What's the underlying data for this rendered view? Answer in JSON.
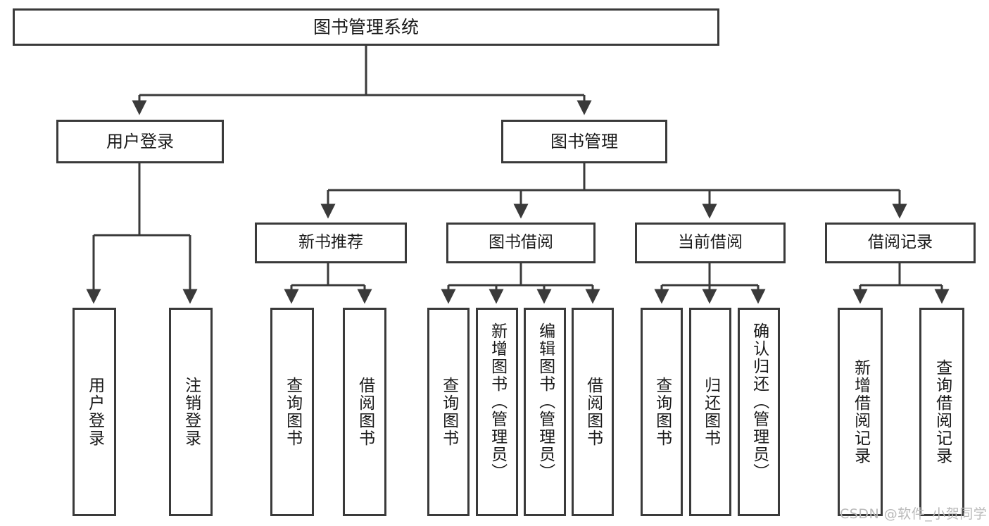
{
  "diagram": {
    "title": "图书管理系统",
    "watermark": "CSDN @软件_小贺同学",
    "colors": {
      "stroke": "#3a3a3a",
      "fill": "#ffffff",
      "text": "#1a1a1a",
      "watermark": "#b9b9b9"
    },
    "root": {
      "label": "图书管理系统"
    },
    "level2": [
      {
        "label": "用户登录"
      },
      {
        "label": "图书管理"
      }
    ],
    "level3": [
      {
        "label": "新书推荐"
      },
      {
        "label": "图书借阅"
      },
      {
        "label": "当前借阅"
      },
      {
        "label": "借阅记录"
      }
    ],
    "leaves": {
      "user_login": [
        {
          "label": "用户登录"
        },
        {
          "label": "注销登录"
        }
      ],
      "new_book_recommend": [
        {
          "label": "查询图书"
        },
        {
          "label": "借阅图书"
        }
      ],
      "book_borrow": [
        {
          "label": "查询图书"
        },
        {
          "label": "新增图书（管理员）"
        },
        {
          "label": "编辑图书（管理员）"
        },
        {
          "label": "借阅图书"
        }
      ],
      "current_borrow": [
        {
          "label": "查询图书"
        },
        {
          "label": "归还图书"
        },
        {
          "label": "确认归还（管理员）"
        }
      ],
      "borrow_record": [
        {
          "label": "新增借阅记录"
        },
        {
          "label": "查询借阅记录"
        }
      ]
    }
  }
}
